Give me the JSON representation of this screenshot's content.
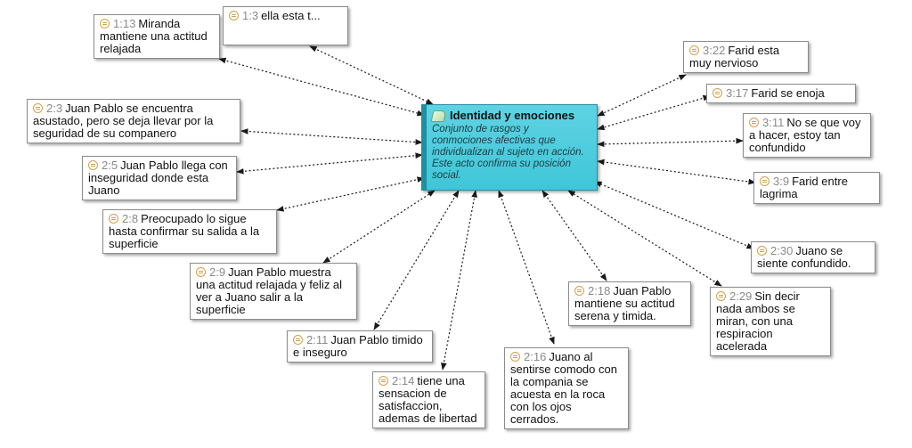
{
  "central": {
    "title": "Identidad y emociones",
    "description": "Conjunto de rasgos y conmociones afectivas que individualizan al sujeto en acción. Este acto confirma su posición social.",
    "fill_color": "#46c9da",
    "icon": "code-icon"
  },
  "quotations": [
    {
      "id": "q1-13",
      "ref": "1:13",
      "text": "Miranda mantiene una actitud relajada"
    },
    {
      "id": "q1-3",
      "ref": "1:3",
      "text": "ella esta t..."
    },
    {
      "id": "q2-3",
      "ref": "2:3",
      "text": "Juan Pablo se encuentra asustado, pero se deja llevar por la seguridad de su companero"
    },
    {
      "id": "q2-5",
      "ref": "2:5",
      "text": "Juan Pablo llega con inseguridad donde esta Juano"
    },
    {
      "id": "q2-8",
      "ref": "2:8",
      "text": "Preocupado lo sigue hasta confirmar su salida a la superficie"
    },
    {
      "id": "q2-9",
      "ref": "2:9",
      "text": "Juan Pablo muestra una actitud relajada y feliz al ver a Juano salir a la superficie"
    },
    {
      "id": "q2-11",
      "ref": "2:11",
      "text": "Juan Pablo timido e inseguro"
    },
    {
      "id": "q2-14",
      "ref": "2:14",
      "text": "tiene una sensacion de satisfaccion, ademas de libertad"
    },
    {
      "id": "q2-16",
      "ref": "2:16",
      "text": "Juano al sentirse comodo con la compania se acuesta en la roca con los ojos cerrados."
    },
    {
      "id": "q2-18",
      "ref": "2:18",
      "text": "Juan Pablo mantiene su actitud serena y timida."
    },
    {
      "id": "q2-29",
      "ref": "2:29",
      "text": "Sin decir nada ambos se miran, con una respiracion acelerada"
    },
    {
      "id": "q2-30",
      "ref": "2:30",
      "text": "Juano se siente confundido."
    },
    {
      "id": "q3-9",
      "ref": "3:9",
      "text": "Farid entre lagrima"
    },
    {
      "id": "q3-11",
      "ref": "3:11",
      "text": "No se que voy a hacer, estoy tan confundido"
    },
    {
      "id": "q3-17",
      "ref": "3:17",
      "text": "Farid se enoja"
    },
    {
      "id": "q3-22",
      "ref": "3:22",
      "text": "Farid esta muy nervioso"
    }
  ],
  "style": {
    "quote_icon": "quotation-icon",
    "quote_icon_color": "#d2a24a",
    "edge_style": "dotted",
    "edge_arrows": "both"
  }
}
